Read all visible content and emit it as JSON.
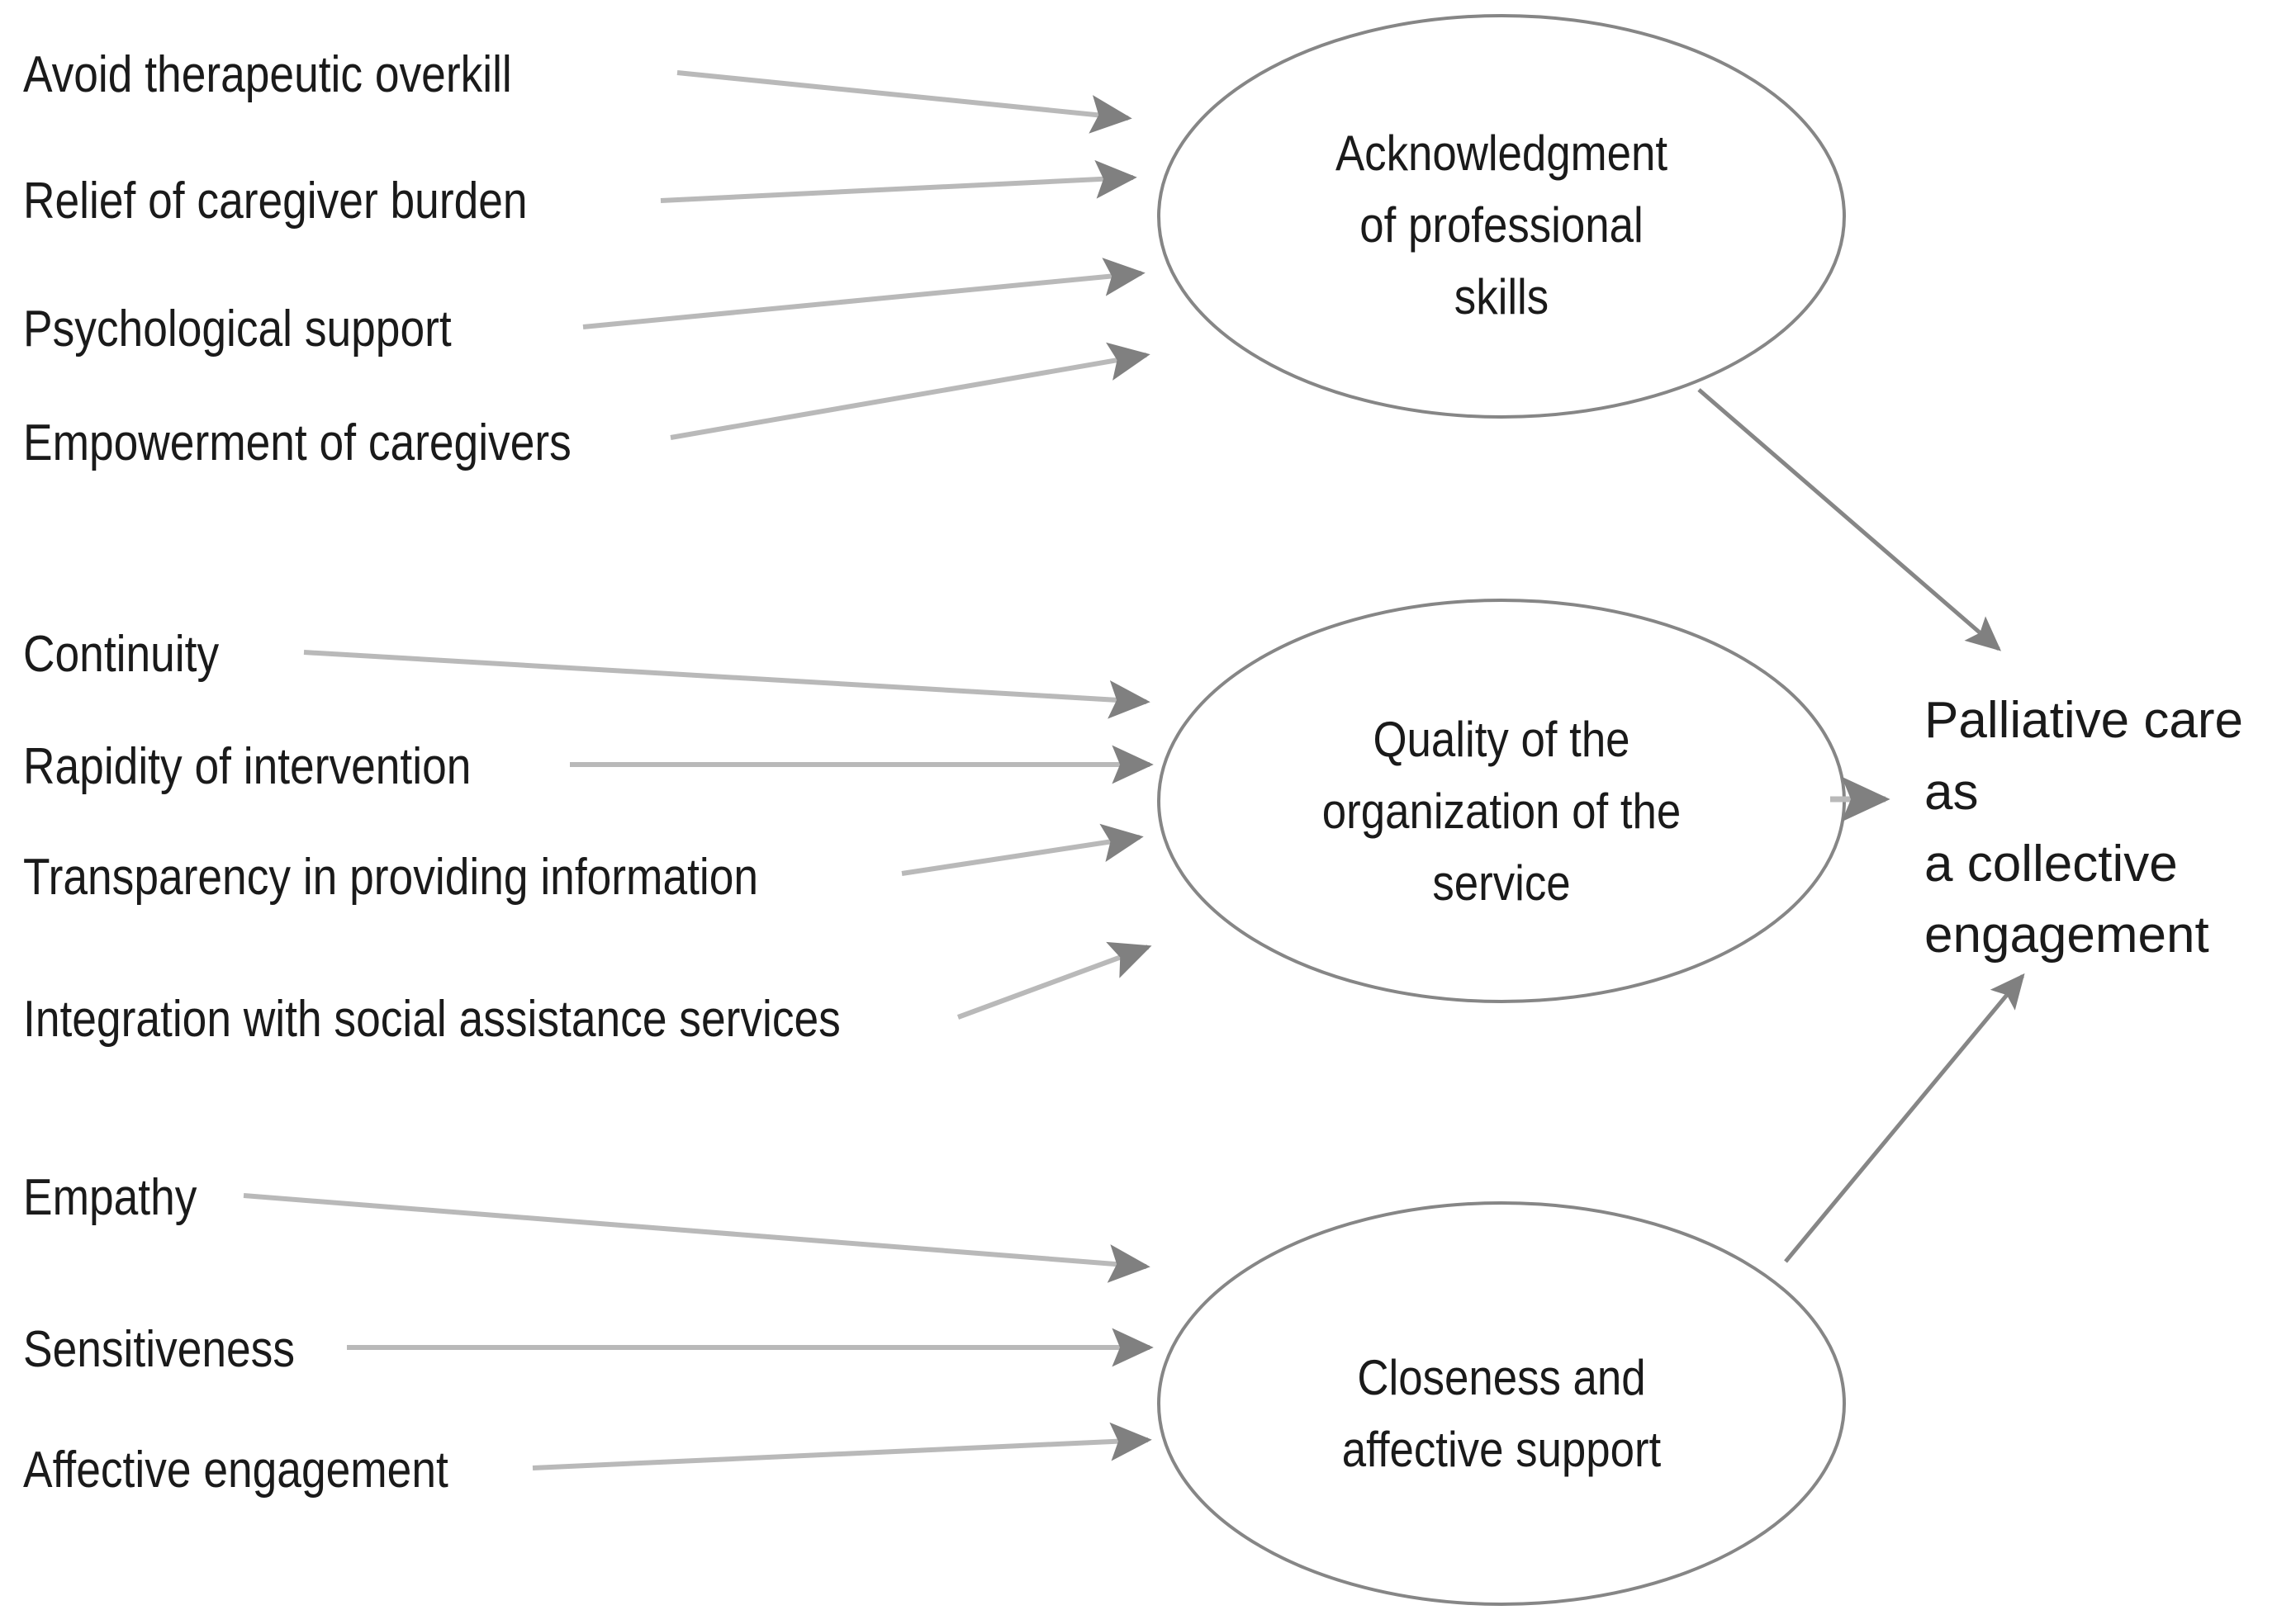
{
  "diagram": {
    "type": "concept-map",
    "background_color": "#ffffff",
    "edge_color": "#b9b9b9",
    "arrowhead_color": "#808080",
    "ellipse_stroke": "#808080",
    "text_color": "#1a1a1a"
  },
  "groups": [
    {
      "id": "group-1",
      "node": {
        "lines": [
          "Acknowledgment",
          "of professional",
          "skills"
        ],
        "text": "Acknowledgment of professional skills"
      },
      "inputs": [
        {
          "label": "Avoid therapeutic overkill"
        },
        {
          "label": "Relief of caregiver burden"
        },
        {
          "label": "Psychological support"
        },
        {
          "label": "Empowerment of caregivers"
        }
      ]
    },
    {
      "id": "group-2",
      "node": {
        "lines": [
          "Quality of the",
          "organization of the",
          "service"
        ],
        "text": "Quality of the organization of the service"
      },
      "inputs": [
        {
          "label": "Continuity"
        },
        {
          "label": "Rapidity of intervention"
        },
        {
          "label": "Transparency in providing information"
        },
        {
          "label": "Integration with social assistance services"
        }
      ]
    },
    {
      "id": "group-3",
      "node": {
        "lines": [
          "Closeness and",
          "affective support"
        ],
        "text": "Closeness and affective support"
      },
      "inputs": [
        {
          "label": "Empathy"
        },
        {
          "label": "Sensitiveness"
        },
        {
          "label": "Affective engagement"
        }
      ]
    }
  ],
  "outcome": {
    "label": "Palliative care as\na collective\nengagement",
    "lines": [
      "Palliative care as",
      "a collective",
      "engagement"
    ]
  }
}
